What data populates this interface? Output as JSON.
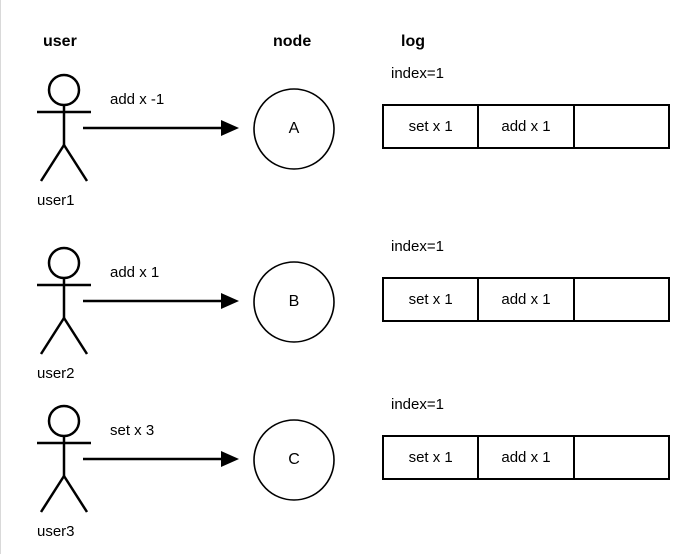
{
  "diagram": {
    "title_columns": {
      "user": "user",
      "node": "node",
      "log": "log"
    },
    "colors": {
      "stroke": "#000000",
      "text": "#000000",
      "background": "#ffffff",
      "canvas_border": "#d9d9d9"
    },
    "rows": [
      {
        "actor_icon": "stick-figure-icon",
        "actor_label": "user1",
        "arrow_icon": "arrow-right-icon",
        "arrow_label": "add x -1",
        "node_label": "A",
        "index_label": "index=1",
        "log_cells": [
          "set x 1",
          "add x 1",
          ""
        ]
      },
      {
        "actor_icon": "stick-figure-icon",
        "actor_label": "user2",
        "arrow_icon": "arrow-right-icon",
        "arrow_label": "add x 1",
        "node_label": "B",
        "index_label": "index=1",
        "log_cells": [
          "set x 1",
          "add x 1",
          ""
        ]
      },
      {
        "actor_icon": "stick-figure-icon",
        "actor_label": "user3",
        "arrow_icon": "arrow-right-icon",
        "arrow_label": "set x 3",
        "node_label": "C",
        "index_label": "index=1",
        "log_cells": [
          "set x 1",
          "add x 1",
          ""
        ]
      }
    ]
  }
}
